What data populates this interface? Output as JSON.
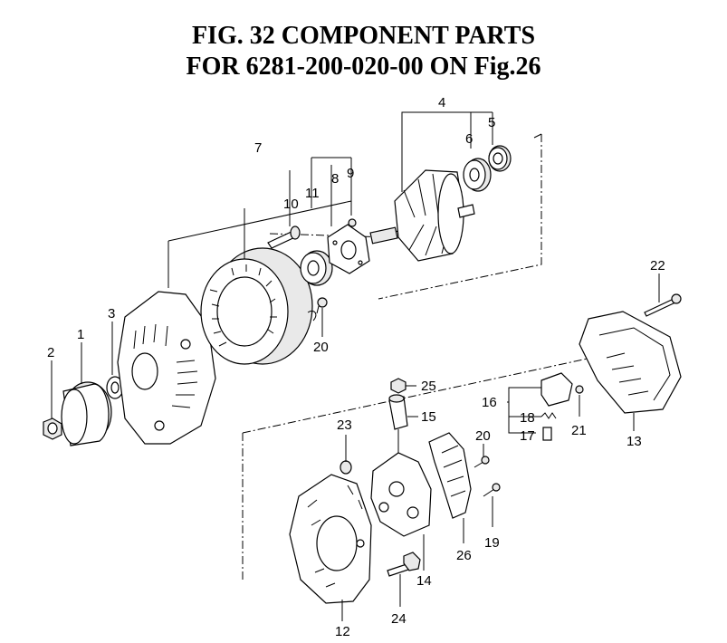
{
  "diagram": {
    "title_line1": "FIG. 32  COMPONENT PARTS",
    "title_line2": "FOR 6281-200-020-00 ON Fig.26",
    "labels": {
      "l1": "1",
      "l2": "2",
      "l3": "3",
      "l4": "4",
      "l5": "5",
      "l6": "6",
      "l7": "7",
      "l8": "8",
      "l9": "9",
      "l10": "10",
      "l11": "11",
      "l12": "12",
      "l13": "13",
      "l14": "14",
      "l15": "15",
      "l16": "16",
      "l17": "17",
      "l18": "18",
      "l19": "19",
      "l20a": "20",
      "l20b": "20",
      "l21": "21",
      "l22": "22",
      "l23": "23",
      "l24": "24",
      "l25": "25",
      "l26": "26"
    }
  }
}
